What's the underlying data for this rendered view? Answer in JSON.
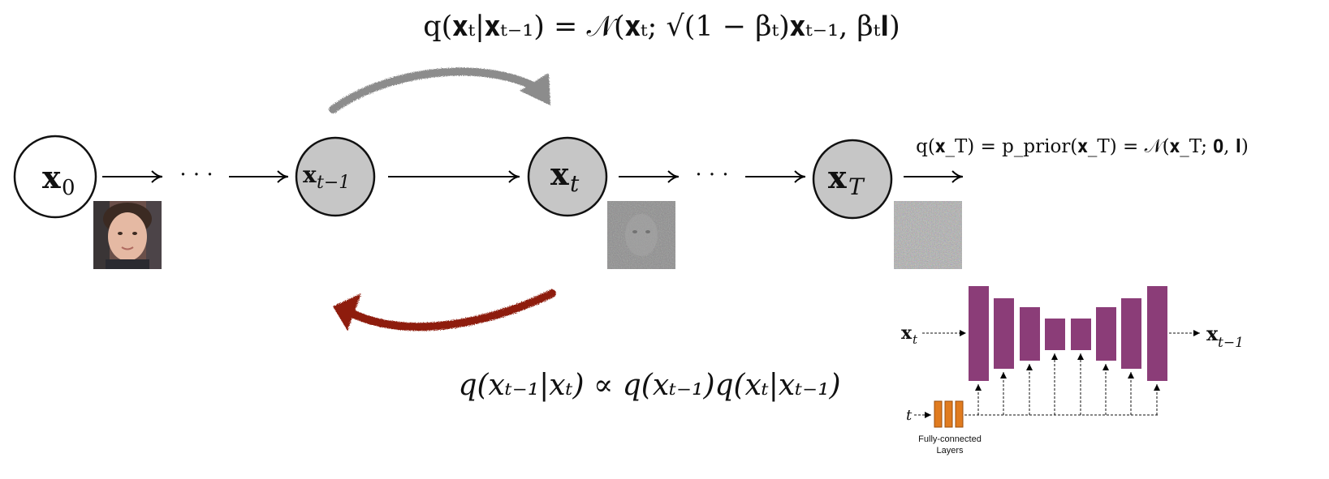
{
  "equations": {
    "forward": "q(𝐱ₜ|𝐱ₜ₋₁) = 𝒩(𝐱ₜ; √(1 − βₜ)𝐱ₜ₋₁, βₜ𝐈)",
    "prior": "q(𝐱_T) = p_prior(𝐱_T) = 𝒩(𝐱_T; 𝟎, 𝐈)",
    "reverse": "q(xₜ₋₁|xₜ) ∝ q(xₜ₋₁)q(xₜ|xₜ₋₁)"
  },
  "nodes": [
    {
      "id": "x0",
      "label": "x",
      "sub": "0",
      "fill": "#ffffff"
    },
    {
      "id": "xtm1",
      "label": "x",
      "sub": "t−1",
      "fill": "#c6c6c6"
    },
    {
      "id": "xt",
      "label": "x",
      "sub": "t",
      "fill": "#c6c6c6"
    },
    {
      "id": "xT",
      "label": "x",
      "sub": "T",
      "fill": "#c6c6c6"
    }
  ],
  "chain": {
    "ellipsis": "· · ·"
  },
  "unet": {
    "input_label": "x",
    "input_sub": "t",
    "output_label": "x",
    "output_sub": "t−1",
    "time_label": "t",
    "fc_caption_line1": "Fully-connected",
    "fc_caption_line2": "Layers",
    "block_color": "#8b3d78",
    "fc_color": "#e07b1f"
  },
  "colors": {
    "forward_arrow": "#8c8c8c",
    "reverse_arrow": "#8e1b0f",
    "node_fill": "#c6c6c6"
  }
}
